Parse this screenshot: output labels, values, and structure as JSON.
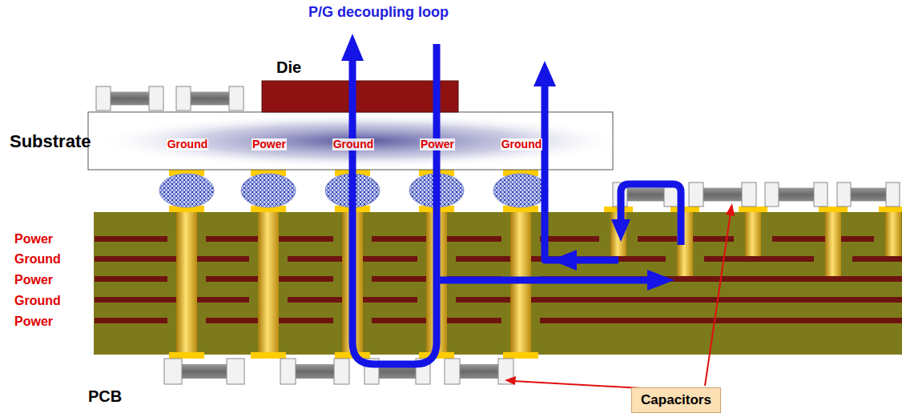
{
  "diagram": {
    "nodes": [
      {
        "text": [
          "Die"
        ]
      },
      {
        "text": [
          "Substrate",
          "Ground",
          "Power",
          "Ground",
          "Power",
          "Ground"
        ]
      },
      {
        "text": [
          "Capacitors"
        ]
      }
    ],
    "labels": [
      "P/G decoupling loop",
      "Power",
      "Ground",
      "Power",
      "Ground",
      "Power",
      "PCB"
    ]
  }
}
